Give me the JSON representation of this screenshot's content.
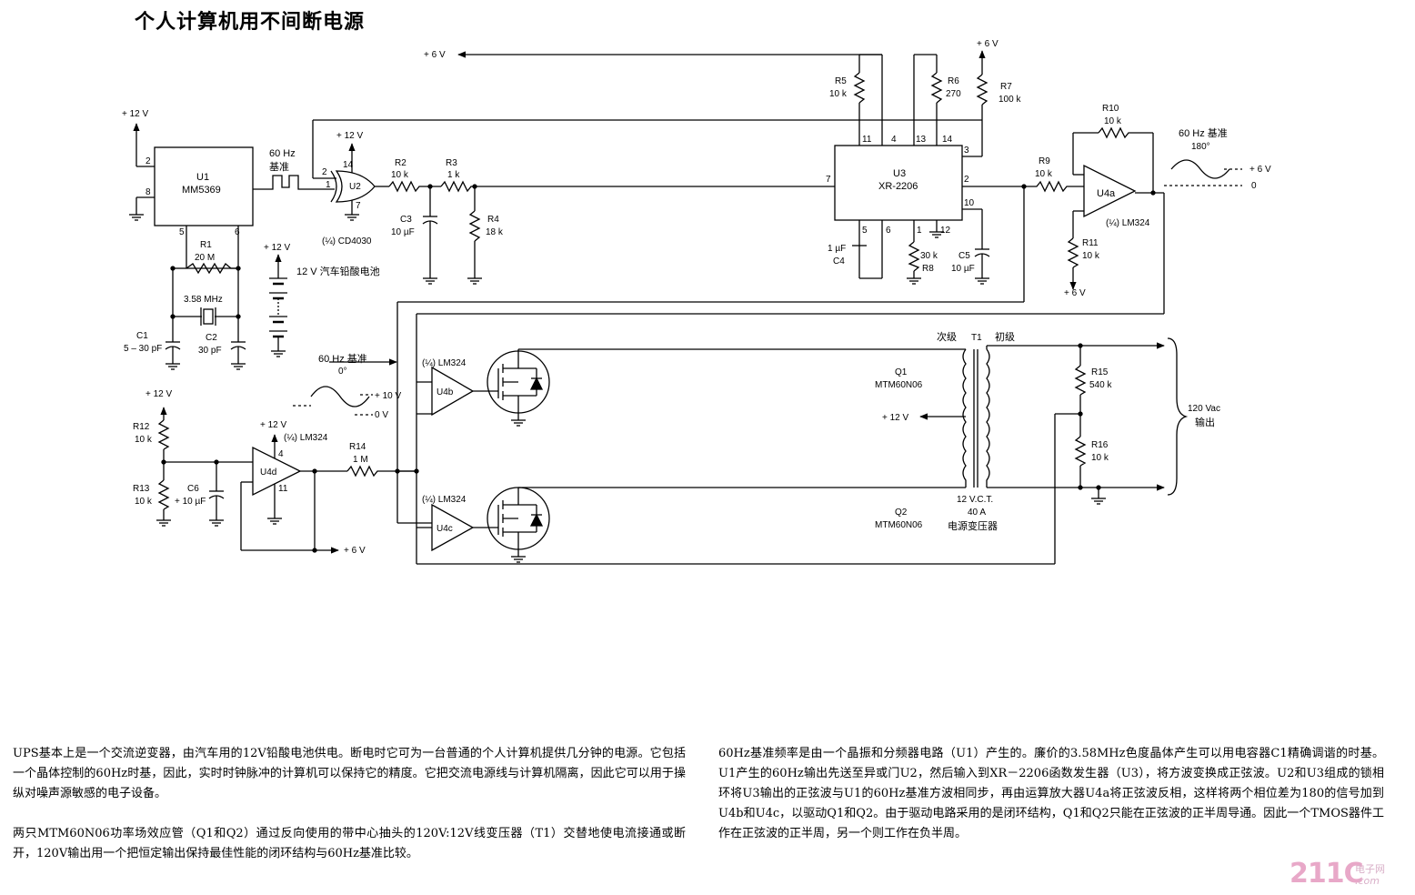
{
  "title": "个人计算机用不间断电源",
  "schematic": {
    "u1": {
      "ref": "U1",
      "part": "MM5369",
      "pin2": "2",
      "pin8": "8",
      "pin5": "5",
      "pin6": "6"
    },
    "u2": {
      "ref": "U2",
      "part": "(¼) CD4030",
      "pin1": "1",
      "pin2": "2",
      "pin7": "7",
      "pin14": "14"
    },
    "u3": {
      "ref": "U3",
      "part": "XR-2206",
      "pins": {
        "p11": "11",
        "p4": "4",
        "p13": "13",
        "p14": "14",
        "p3": "3",
        "p7": "7",
        "p2": "2",
        "p10": "10",
        "p5": "5",
        "p6": "6",
        "p1": "1",
        "p12": "12"
      }
    },
    "u4a": {
      "ref": "U4a",
      "part": "(¼) LM324"
    },
    "u4b": {
      "ref": "U4b",
      "part": "(¼) LM324"
    },
    "u4c": {
      "ref": "U4c",
      "part": "(¼) LM324"
    },
    "u4d": {
      "ref": "U4d",
      "part": "(¼) LM324",
      "pin4": "4",
      "pin11": "11"
    },
    "r1": {
      "ref": "R1",
      "value": "20 M"
    },
    "r2": {
      "ref": "R2",
      "value": "10 k"
    },
    "r3": {
      "ref": "R3",
      "value": "1 k"
    },
    "r4": {
      "ref": "R4",
      "value": "18 k"
    },
    "r5": {
      "ref": "R5",
      "value": "10 k"
    },
    "r6": {
      "ref": "R6",
      "value": "270"
    },
    "r7": {
      "ref": "R7",
      "value": "100 k"
    },
    "r8": {
      "ref": "R8",
      "value": "30 k"
    },
    "r9": {
      "ref": "R9",
      "value": "10 k"
    },
    "r10": {
      "ref": "R10",
      "value": "10 k"
    },
    "r11": {
      "ref": "R11",
      "value": "10 k"
    },
    "r12": {
      "ref": "R12",
      "value": "10 k"
    },
    "r13": {
      "ref": "R13",
      "value": "10 k"
    },
    "r14": {
      "ref": "R14",
      "value": "1 M"
    },
    "r15": {
      "ref": "R15",
      "value": "540 k"
    },
    "r16": {
      "ref": "R16",
      "value": "10 k"
    },
    "c1": {
      "ref": "C1",
      "value": "5 – 30 pF"
    },
    "c2": {
      "ref": "C2",
      "value": "30 pF"
    },
    "c3": {
      "ref": "C3",
      "value": "10 µF"
    },
    "c4": {
      "ref": "C4",
      "value": "1 µF"
    },
    "c5": {
      "ref": "C5",
      "value": "10 µF"
    },
    "c6": {
      "ref": "C6",
      "value": "+ 10 µF"
    },
    "crystal": "3.58 MHz",
    "q1": {
      "ref": "Q1",
      "part": "MTM60N06"
    },
    "q2": {
      "ref": "Q2",
      "part": "MTM60N06"
    },
    "t1": {
      "ref": "T1",
      "secondary": "次级",
      "primary": "初级",
      "rating1": "12 V.C.T.",
      "rating2": "40 A",
      "name": "电源变压器"
    },
    "battery": "12 V 汽车铅酸电池",
    "ref_60hz_label1": "60 Hz",
    "ref_60hz_label2": "基准",
    "ref_0deg_1": "60 Hz 基准",
    "ref_0deg_2": "0°",
    "ref_180_1": "60 Hz 基准",
    "ref_180_2": "180°",
    "output_1": "120 Vac",
    "output_2": "输出",
    "rails": {
      "p12": "+ 12 V",
      "p6": "+ 6 V",
      "p10": "+ 10 V",
      "z0": "0",
      "z0v": "0 V"
    }
  },
  "paragraphs": {
    "p1": "UPS基本上是一个交流逆变器，由汽车用的12V铅酸电池供电。断电时它可为一台普通的个人计算机提供几分钟的电源。它包括一个晶体控制的60Hz时基，因此，实时时钟脉冲的计算机可以保持它的精度。它把交流电源线与计算机隔离，因此它可以用于操纵对噪声源敏感的电子设备。",
    "p2": "两只MTM60N06功率场效应管（Q1和Q2）通过反向使用的带中心抽头的120V:12V线变压器（T1）交替地使电流接通或断开，120V输出用一个把恒定输出保持最佳性能的闭环结构与60Hz基准比较。",
    "p3": "60Hz基准频率是由一个晶振和分频器电路（U1）产生的。廉价的3.58MHz色度晶体产生可以用电容器C1精确调谐的时基。U1产生的60Hz输出先送至异或门U2，然后输入到XR－2206函数发生器（U3），将方波变换成正弦波。U2和U3组成的锁相环将U3输出的正弦波与U1的60Hz基准方波相同步，再由运算放大器U4a将正弦波反相，这样将两个相位差为180的信号加到U4b和U4c，以驱动Q1和Q2。由于驱动电路采用的是闭环结构，Q1和Q2只能在正弦波的正半周导通。因此一个TMOS器件工作在正弦波的正半周，另一个则工作在负半周。"
  },
  "watermark": {
    "big": "211C",
    "a": "电子网",
    "b": ".com"
  }
}
